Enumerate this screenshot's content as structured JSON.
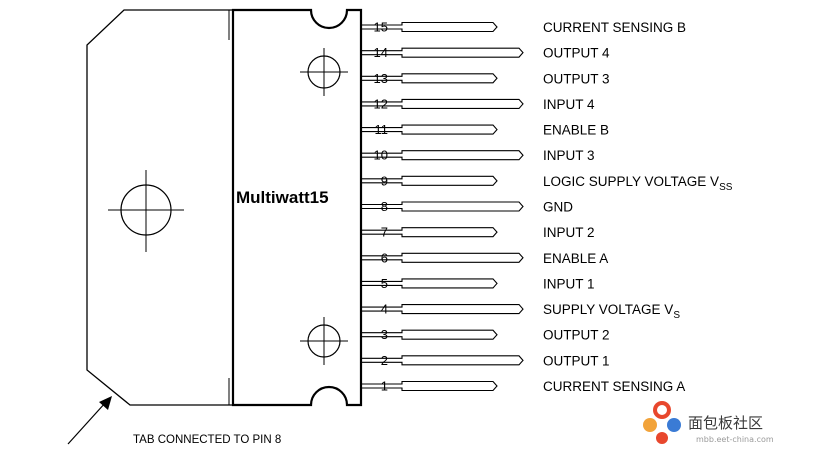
{
  "package": {
    "name": "Multiwatt15"
  },
  "tab_note": "TAB CONNECTED TO PIN 8",
  "pins": [
    {
      "num": "15",
      "label": "CURRENT SENSING B",
      "sub": ""
    },
    {
      "num": "14",
      "label": "OUTPUT 4",
      "sub": ""
    },
    {
      "num": "13",
      "label": "OUTPUT 3",
      "sub": ""
    },
    {
      "num": "12",
      "label": "INPUT 4",
      "sub": ""
    },
    {
      "num": "11",
      "label": "ENABLE B",
      "sub": ""
    },
    {
      "num": "10",
      "label": "INPUT 3",
      "sub": ""
    },
    {
      "num": "9",
      "label": "LOGIC SUPPLY VOLTAGE V",
      "sub": "SS"
    },
    {
      "num": "8",
      "label": "GND",
      "sub": ""
    },
    {
      "num": "7",
      "label": "INPUT 2",
      "sub": ""
    },
    {
      "num": "6",
      "label": "ENABLE A",
      "sub": ""
    },
    {
      "num": "5",
      "label": "INPUT 1",
      "sub": ""
    },
    {
      "num": "4",
      "label": "SUPPLY VOLTAGE V",
      "sub": "S"
    },
    {
      "num": "3",
      "label": "OUTPUT 2",
      "sub": ""
    },
    {
      "num": "2",
      "label": "OUTPUT 1",
      "sub": ""
    },
    {
      "num": "1",
      "label": "CURRENT SENSING A",
      "sub": ""
    }
  ],
  "watermark": {
    "text": "面包板社区",
    "url": "mbb.eet-china.com"
  }
}
